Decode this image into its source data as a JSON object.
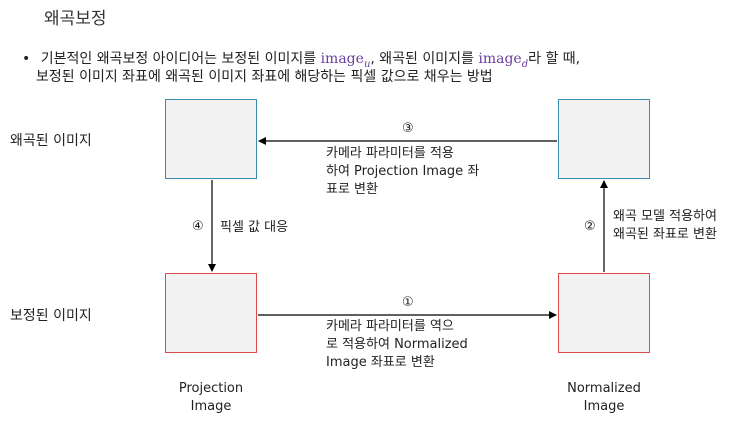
{
  "title": "왜곡보정",
  "bullet": {
    "line1_before": "기본적인 왜곡보정 아이디어는 보정된 이미지를",
    "image_u_base": "image",
    "image_u_sub": "u",
    "line1_mid": ", 왜곡된 이미지를",
    "image_d_base": "image",
    "image_d_sub": "d",
    "line1_after": "라 할 때,",
    "line2": "보정된 이미지 좌표에 왜곡된 이미지 좌표에 해당하는 픽셀 값으로 채우는 방법"
  },
  "rows": {
    "top_label": "왜곡된 이미지",
    "bottom_label": "보정된 이미지"
  },
  "steps": {
    "s1_num": "①",
    "s1_line1": "카메라 파라미터를 역으",
    "s1_line2": "로 적용하여 Normalized",
    "s1_line3": "Image 좌표로 변환",
    "s2_num": "②",
    "s2_line1": "왜곡 모델 적용하여",
    "s2_line2": "왜곡된 좌표로 변환",
    "s3_num": "③",
    "s3_line1": "카메라 파라미터를 적용",
    "s3_line2": "하여 Projection Image 좌",
    "s3_line3": "표로 변환",
    "s4_num": "④",
    "s4_text": "픽셀 값 대응"
  },
  "captions": {
    "left_line1": "Projection",
    "left_line2": "Image",
    "right_line1": "Normalized",
    "right_line2": "Image"
  },
  "colors": {
    "top_box_border": "#3a8bb0",
    "bottom_box_border": "#d94a4a",
    "math_color": "#6b3fa0"
  }
}
